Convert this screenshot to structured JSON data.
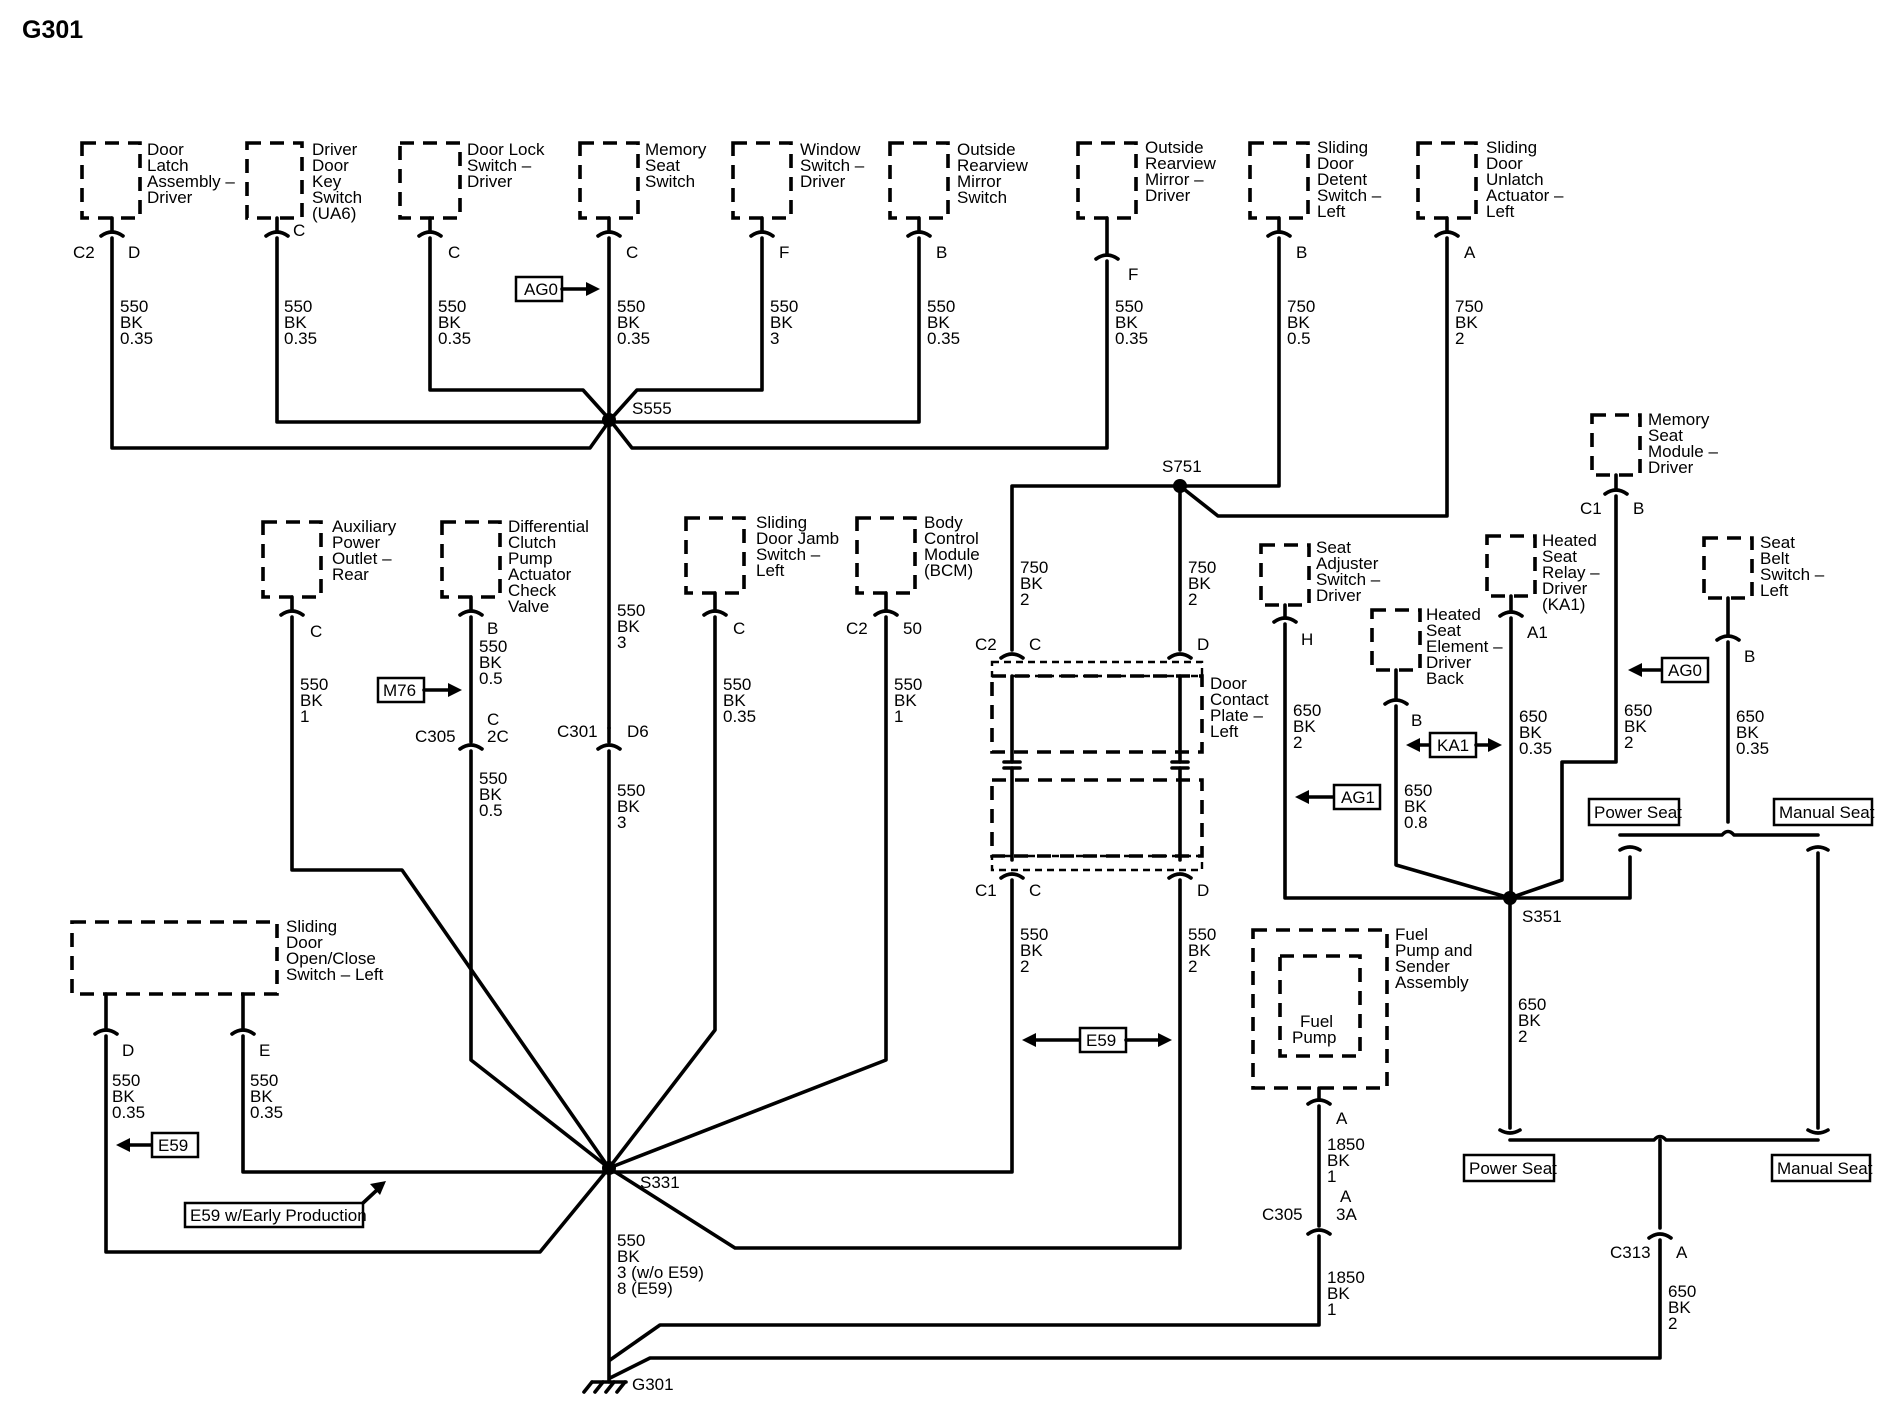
{
  "title": "G301",
  "components": [
    {
      "key": "door_latch",
      "lines": [
        "Door",
        "Latch",
        "Assembly –",
        "Driver"
      ]
    },
    {
      "key": "driver_key",
      "lines": [
        "Driver",
        "Door",
        "Key",
        "Switch",
        "(UA6)"
      ]
    },
    {
      "key": "door_lock",
      "lines": [
        "Door Lock",
        "Switch –",
        "Driver"
      ]
    },
    {
      "key": "memory_seat_switch",
      "lines": [
        "Memory",
        "Seat",
        "Switch"
      ]
    },
    {
      "key": "window_switch",
      "lines": [
        "Window",
        "Switch –",
        "Driver"
      ]
    },
    {
      "key": "outside_mirror_switch",
      "lines": [
        "Outside",
        "Rearview",
        "Mirror",
        "Switch"
      ]
    },
    {
      "key": "outside_mirror_driver",
      "lines": [
        "Outside",
        "Rearview",
        "Mirror –",
        "Driver"
      ]
    },
    {
      "key": "sliding_detent",
      "lines": [
        "Sliding",
        "Door",
        "Detent",
        "Switch –",
        "Left"
      ]
    },
    {
      "key": "sliding_unlatch",
      "lines": [
        "Sliding",
        "Door",
        "Unlatch",
        "Actuator –",
        "Left"
      ]
    },
    {
      "key": "memory_seat_module",
      "lines": [
        "Memory",
        "Seat",
        "Module –",
        "Driver"
      ]
    },
    {
      "key": "aux_power",
      "lines": [
        "Auxiliary",
        "Power",
        "Outlet –",
        "Rear"
      ]
    },
    {
      "key": "diff_clutch",
      "lines": [
        "Differential",
        "Clutch",
        "Pump",
        "Actuator",
        "Check",
        "Valve"
      ]
    },
    {
      "key": "sliding_jamb",
      "lines": [
        "Sliding",
        "Door Jamb",
        "Switch –",
        "Left"
      ]
    },
    {
      "key": "bcm",
      "lines": [
        "Body",
        "Control",
        "Module",
        "(BCM)"
      ]
    },
    {
      "key": "door_contact",
      "lines": [
        "Door",
        "Contact",
        "Plate –",
        "Left"
      ]
    },
    {
      "key": "seat_adjuster",
      "lines": [
        "Seat",
        "Adjuster",
        "Switch –",
        "Driver"
      ]
    },
    {
      "key": "heated_seat_element",
      "lines": [
        "Heated",
        "Seat",
        "Element –",
        "Driver",
        "Back"
      ]
    },
    {
      "key": "heated_seat_relay",
      "lines": [
        "Heated",
        "Seat",
        "Relay –",
        "Driver",
        "(KA1)"
      ]
    },
    {
      "key": "seat_belt",
      "lines": [
        "Seat",
        "Belt",
        "Switch –",
        "Left"
      ]
    },
    {
      "key": "sliding_open_close",
      "lines": [
        "Sliding",
        "Door",
        "Open/Close",
        "Switch – Left"
      ]
    },
    {
      "key": "fuel_pump_assy",
      "lines": [
        "Fuel",
        "Pump and",
        "Sender",
        "Assembly"
      ]
    },
    {
      "key": "fuel_pump",
      "lines": [
        "Fuel",
        "Pump"
      ]
    }
  ],
  "pins": [
    "C2",
    "D",
    "C",
    "C",
    "C",
    "F",
    "B",
    "F",
    "B",
    "A",
    "C1",
    "B",
    "C",
    "B",
    "C",
    "C2",
    "50",
    "H",
    "B",
    "A1",
    "B",
    "D",
    "E",
    "A",
    "C2",
    "C",
    "D",
    "C1",
    "C",
    "D",
    "C305",
    "C",
    "2C",
    "C301",
    "D6",
    "C305",
    "A",
    "3A",
    "C313",
    "A"
  ],
  "wires": [
    [
      "550",
      "BK",
      "0.35"
    ],
    [
      "550",
      "BK",
      "0.35"
    ],
    [
      "550",
      "BK",
      "0.35"
    ],
    [
      "550",
      "BK",
      "0.35"
    ],
    [
      "550",
      "BK",
      "3"
    ],
    [
      "550",
      "BK",
      "0.35"
    ],
    [
      "550",
      "BK",
      "0.35"
    ],
    [
      "750",
      "BK",
      "0.5"
    ],
    [
      "750",
      "BK",
      "2"
    ],
    [
      "550",
      "BK",
      "1"
    ],
    [
      "550",
      "BK",
      "0.5"
    ],
    [
      "550",
      "BK",
      "3"
    ],
    [
      "550",
      "BK",
      "0.35"
    ],
    [
      "550",
      "BK",
      "1"
    ],
    [
      "550",
      "BK",
      "0.5"
    ],
    [
      "550",
      "BK",
      "3"
    ],
    [
      "750",
      "BK",
      "2"
    ],
    [
      "750",
      "BK",
      "2"
    ],
    [
      "550",
      "BK",
      "2"
    ],
    [
      "550",
      "BK",
      "2"
    ],
    [
      "650",
      "BK",
      "2"
    ],
    [
      "650",
      "BK",
      "0.8"
    ],
    [
      "650",
      "BK",
      "0.35"
    ],
    [
      "650",
      "BK",
      "2"
    ],
    [
      "650",
      "BK",
      "0.35"
    ],
    [
      "650",
      "BK",
      "2"
    ],
    [
      "550",
      "BK",
      "0.35"
    ],
    [
      "550",
      "BK",
      "0.35"
    ],
    [
      "1850",
      "BK",
      "1"
    ],
    [
      "1850",
      "BK",
      "1"
    ],
    [
      "650",
      "BK",
      "2"
    ]
  ],
  "main_wire": [
    "550",
    "BK",
    "3 (w/o E59)",
    "8 (E59)"
  ],
  "splices": [
    "S555",
    "S751",
    "S331",
    "S351"
  ],
  "ground": "G301",
  "refs": [
    "AG0",
    "M76",
    "E59",
    "AG0",
    "KA1",
    "AG1",
    "E59"
  ],
  "e59_note": "E59 w/Early Production",
  "options": [
    "Power Seat",
    "Manual Seat",
    "Power Seat",
    "Manual Seat"
  ]
}
